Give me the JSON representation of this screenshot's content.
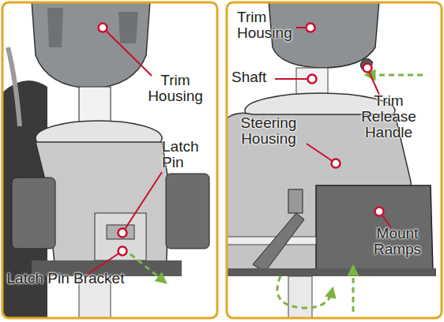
{
  "diagram": {
    "labels": [
      "Trim Housing",
      "Latch Pin",
      "Latch Pin Bracket",
      "Trim Housing",
      "Shaft",
      "Trim Release Handle",
      "Steering Housing",
      "Mount Ramps"
    ]
  }
}
